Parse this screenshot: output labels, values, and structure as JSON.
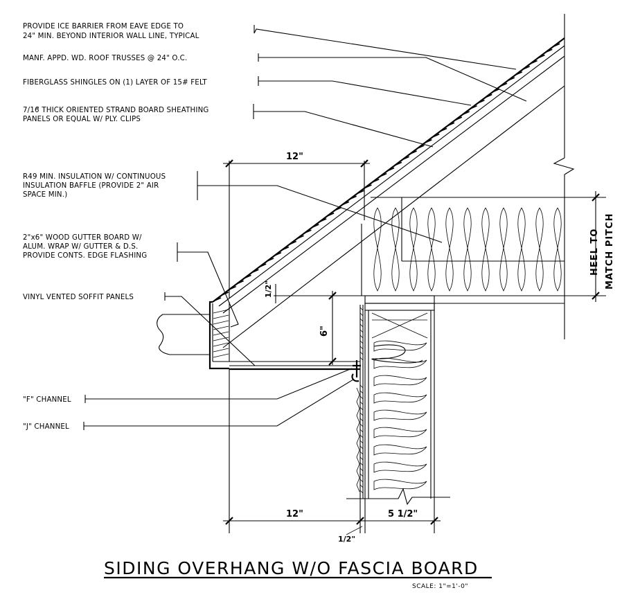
{
  "callouts": {
    "ice_barrier_line1": "PROVIDE ICE BARRIER FROM EAVE EDGE TO",
    "ice_barrier_line2": "24\" MIN. BEYOND INTERIOR WALL LINE, TYPICAL",
    "trusses": "MANF. APPD. WD. ROOF TRUSSES @ 24\" O.C.",
    "shingles": "FIBERGLASS SHINGLES ON (1) LAYER OF 15# FELT",
    "osb_fraction": "7/16",
    "osb_line1": "\" THICK ORIENTED STRAND BOARD SHEATHING",
    "osb_line2": "PANELS OR EQUAL W/ PLY. CLIPS",
    "insulation_line1": "R49 MIN. INSULATION W/ CONTINUOUS",
    "insulation_line2": "INSULATION BAFFLE (PROVIDE 2\" AIR",
    "insulation_line3": "SPACE MIN.)",
    "gutter_line1": "2\"x6\" WOOD GUTTER BOARD W/",
    "gutter_line2": "ALUM. WRAP W/ GUTTER & D.S.",
    "gutter_line3": "PROVIDE CONTS. EDGE FLASHING",
    "soffit": "VINYL VENTED SOFFIT PANELS",
    "f_channel": "\"F\" CHANNEL",
    "j_channel": "\"J\" CHANNEL"
  },
  "dimensions": {
    "top_overhang": "12\"",
    "soffit_drop": "6\"",
    "half_inch": "1/2\"",
    "bottom_overhang": "12\"",
    "bottom_half": "1/2\"",
    "wall_width": "5 1/2\"",
    "heel_line1": "HEEL TO",
    "heel_line2": "MATCH PITCH"
  },
  "title": {
    "main": "SIDING OVERHANG W/O FASCIA BOARD",
    "scale": "SCALE: 1\"=1'-0\""
  }
}
